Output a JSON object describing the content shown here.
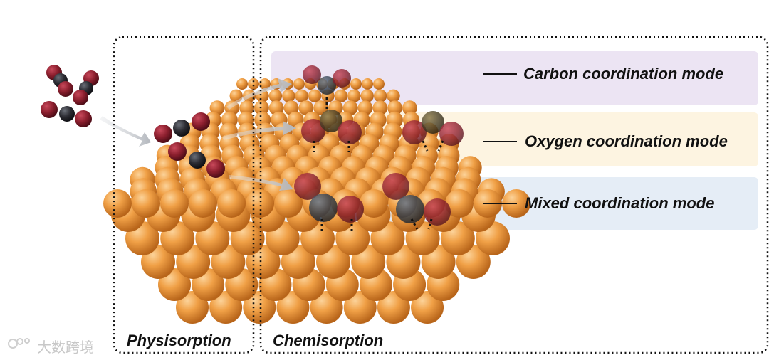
{
  "modes": {
    "carbon": "Carbon coordination mode",
    "oxygen": "Oxygen coordination mode",
    "mixed": "Mixed coordination mode"
  },
  "sections": {
    "physisorption": "Physisorption",
    "chemisorption": "Chemisorption"
  },
  "watermark": "大数跨境",
  "colors": {
    "carbon_band": "#ece4f3",
    "oxygen_band": "#fdf4e1",
    "mixed_band": "#e5edf6",
    "copper": "#f0a046",
    "oxygen_atom": "#8c1f2e",
    "carbon_atom": "#2c2c33",
    "arrow": "#bfc3c8"
  },
  "icons": [
    "co2-molecule-icon",
    "adsorption-arrow-icon"
  ]
}
